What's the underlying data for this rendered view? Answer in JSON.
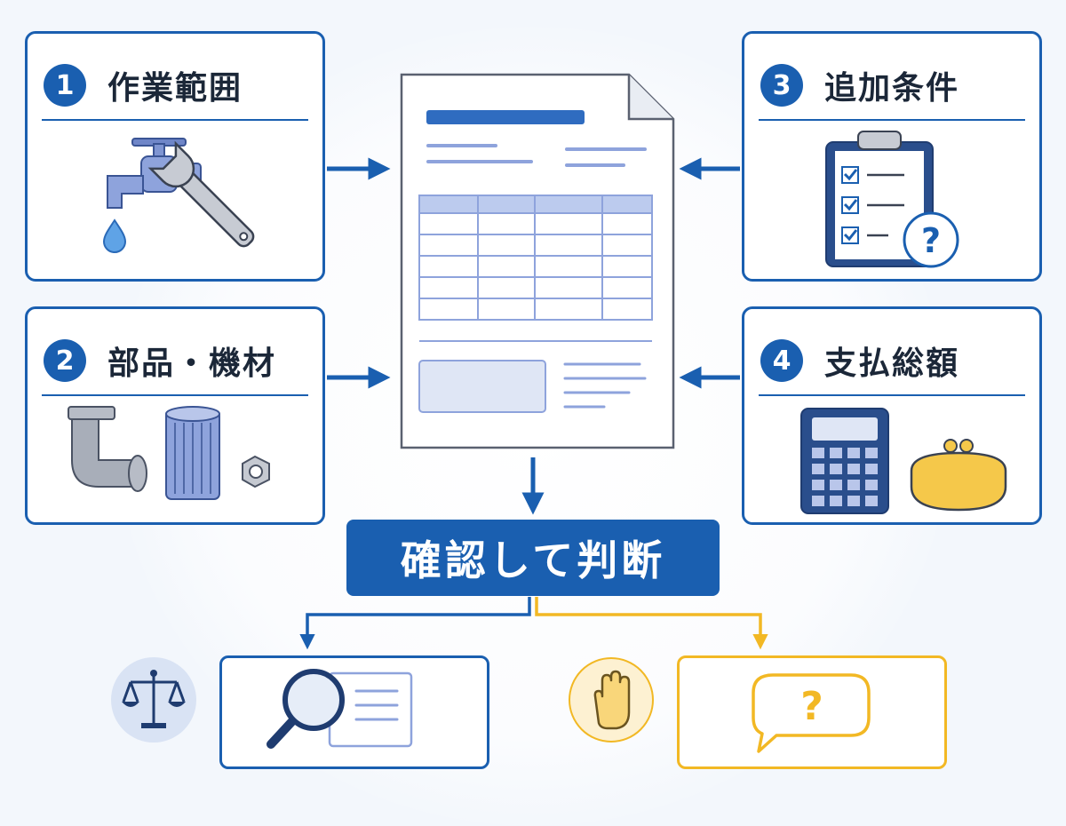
{
  "cards": [
    {
      "num": "1",
      "title": "作業範囲",
      "icons": [
        "faucet-icon",
        "wrench-icon",
        "water-drop-icon"
      ]
    },
    {
      "num": "2",
      "title": "部品・機材",
      "icons": [
        "pipe-elbow-icon",
        "filter-cartridge-icon",
        "hex-nut-icon"
      ]
    },
    {
      "num": "3",
      "title": "追加条件",
      "icons": [
        "clipboard-checklist-icon",
        "question-icon"
      ]
    },
    {
      "num": "4",
      "title": "支払総額",
      "icons": [
        "calculator-icon",
        "coin-purse-icon"
      ]
    }
  ],
  "center": {
    "icon": "document-icon"
  },
  "decision": {
    "label": "確認して判断"
  },
  "outcomes": [
    {
      "icon": "scales-icon",
      "detail_icon": "magnifier-document-icon",
      "color": "#1a5fb0"
    },
    {
      "icon": "hand-stop-icon",
      "detail_icon": "question-bubble-icon",
      "color": "#f2b824"
    }
  ],
  "colors": {
    "primary": "#1a5fb0",
    "accent": "#f2b824",
    "text": "#1b2738"
  }
}
